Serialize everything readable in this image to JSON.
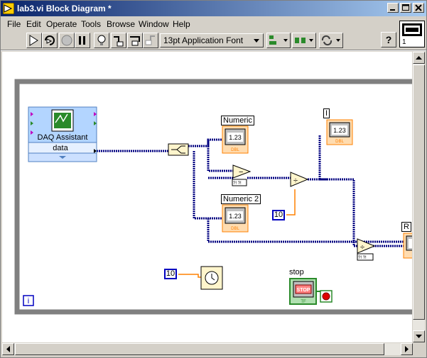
{
  "window": {
    "title": "lab3.vi Block Diagram *"
  },
  "menu": {
    "items": [
      "File",
      "Edit",
      "Operate",
      "Tools",
      "Browse",
      "Window",
      "Help"
    ]
  },
  "toolbar": {
    "font": "13pt Application Font"
  },
  "connector_pane": {
    "number": "1"
  },
  "diagram": {
    "daq_title": "DAQ Assistant",
    "daq_output": "data",
    "numeric_label": "Numeric",
    "numeric2_label": "Numeric 2",
    "i_label": "I",
    "r_label": "R",
    "stop_label": "stop",
    "stop_button_text": "STOP",
    "indicator_value": "1.23",
    "indicator_type": "DBL",
    "bool_type": "TF",
    "const_10_a": "10",
    "const_10_b": "10",
    "loop_iteration": "i",
    "subtract_symbol": "−",
    "divide_symbol": "÷",
    "math_tag": "?! ?!"
  },
  "colors": {
    "wire_dynamic": "#000080",
    "wire_orange": "#ff8000",
    "loop_frame": "#808080",
    "constant_border": "#0000c0",
    "stop_green": "#2a8a2a"
  }
}
